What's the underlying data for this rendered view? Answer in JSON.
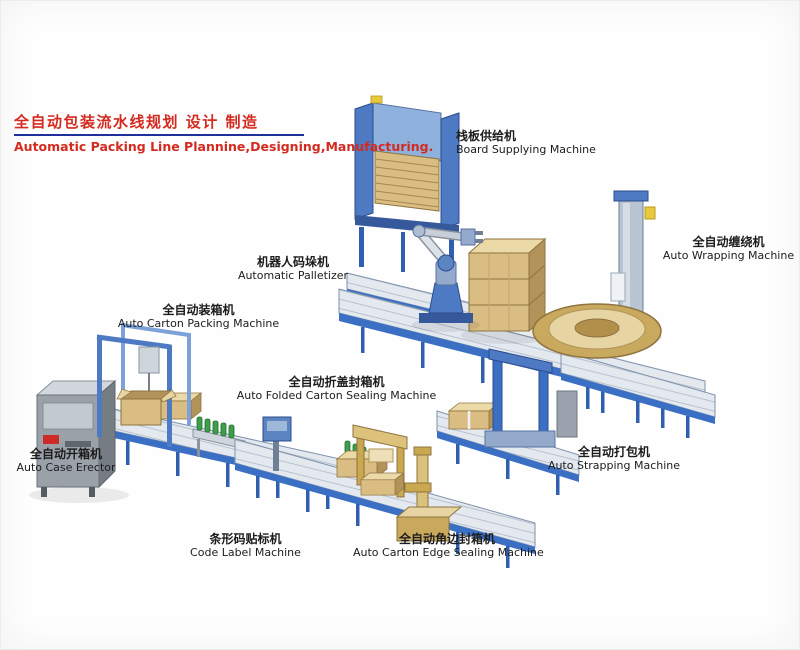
{
  "header": {
    "title_zh": "全自动包装流水线规划 设计 制造",
    "title_en": "Automatic Packing Line Plannine,Designing,Manufacturing."
  },
  "labels": {
    "board_supplying": {
      "zh": "栈板供给机",
      "en": "Board Supplying Machine"
    },
    "auto_wrapping": {
      "zh": "全自动缠绕机",
      "en": "Auto Wrapping Machine"
    },
    "automatic_palletizer": {
      "zh": "机器人码垛机",
      "en": "Automatic Palletizer"
    },
    "auto_carton_packing": {
      "zh": "全自动装箱机",
      "en": "Auto Carton Packing Machine"
    },
    "auto_folded_carton_sealing": {
      "zh": "全自动折盖封箱机",
      "en": "Auto Folded Carton Sealing Machine"
    },
    "auto_case_erector": {
      "zh": "全自动开箱机",
      "en": "Auto Case Erector"
    },
    "auto_strapping": {
      "zh": "全自动打包机",
      "en": "Auto Strapping Machine"
    },
    "code_label": {
      "zh": "条形码贴标机",
      "en": "Code Label Machine"
    },
    "auto_carton_edge_sealing": {
      "zh": "全自动角边封箱机",
      "en": "Auto Carton Edge Sealing Machine"
    }
  },
  "colors": {
    "title_red": "#d42a20",
    "underline_navy": "#20309a",
    "label_text": "#1c1c1c",
    "conveyor_blue": "#3a6fc4",
    "carton_tan": "#d9bd82",
    "turntable_gold": "#c9a95e",
    "machine_gray": "#9aa1a9",
    "bottle_green": "#3f9d4e"
  }
}
